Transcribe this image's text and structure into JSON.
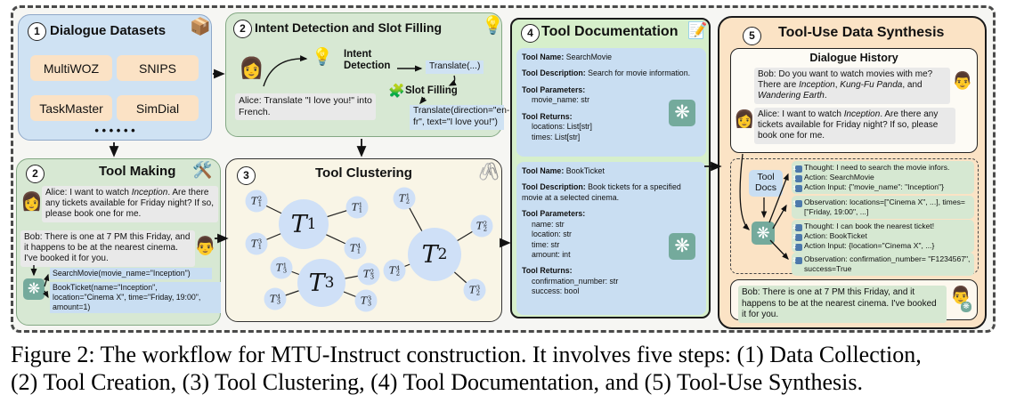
{
  "icons": {
    "package": "📦",
    "bulb": "💡",
    "tools": "🛠️",
    "puzzle": "🧩",
    "paperclips": "🖇️",
    "memo": "📝",
    "woman": "👩",
    "man": "👨",
    "openai": "❋"
  },
  "colors": {
    "panel_blue": "#cfe2f3",
    "panel_green": "#d7e8d3",
    "panel_cream": "#f9f5e6",
    "panel_doc_green": "#d6efcb",
    "panel_peach": "#fbe3c5",
    "chip_blue": "#c9def2",
    "bubble_gray": "#e9e9e9",
    "bubble_green": "#d6e8d2",
    "openai_green": "#74aa9c",
    "badge_blue": "#4d79ab"
  },
  "dialogue_datasets": {
    "number": "1",
    "title": "Dialogue Datasets",
    "datasets": [
      "MultiWOZ",
      "SNIPS",
      "TaskMaster",
      "SimDial"
    ],
    "ellipsis": "• • • • • •"
  },
  "intent_slot": {
    "number": "2",
    "title": "Intent Detection and Slot Filling",
    "alice_bubble": "Alice: Translate \"I love you!\" into French.",
    "intent_label": "Intent Detection",
    "intent_result": "Translate(...)",
    "slot_label": "Slot Filling",
    "slot_result": "Translate(direction=\"en-fr\", text=\"I love you!\")"
  },
  "tool_making": {
    "number": "2",
    "title": "Tool Making",
    "alice_bubble": [
      {
        "t": "Alice: I want to watch "
      },
      {
        "t": "Inception",
        "i": true
      },
      {
        "t": ". Are there any tickets available for Friday night? If so, please book one for me."
      }
    ],
    "bob_bubble": "Bob: There is one at 7 PM this Friday, and it happens to be at the nearest cinema. I've booked it for you.",
    "tool_call_1": "SearchMovie(movie_name=\"Inception\")",
    "tool_call_2": "BookTicket(name=\"Inception\", location=\"Cinema X\", time=\"Friday, 19:00\", amount=1)"
  },
  "tool_clustering": {
    "number": "3",
    "title": "Tool Clustering",
    "big": [
      {
        "base": "T",
        "sub": "1"
      },
      {
        "base": "T",
        "sub": "2"
      },
      {
        "base": "T",
        "sub": "3"
      }
    ],
    "satellites": [
      {
        "base": "T",
        "sub": "1",
        "sup": "2"
      },
      {
        "base": "T",
        "sub": "1",
        "sup": "1"
      },
      {
        "base": "T",
        "sub": "1",
        "sup": "3"
      },
      {
        "base": "T",
        "sub": "1",
        "sup": "4"
      },
      {
        "base": "T",
        "sub": "2",
        "sup": "1"
      },
      {
        "base": "T",
        "sub": "2",
        "sup": "2"
      },
      {
        "base": "T",
        "sub": "2",
        "sup": "4"
      },
      {
        "base": "T",
        "sub": "2",
        "sup": "3"
      },
      {
        "base": "T",
        "sub": "3",
        "sup": "1"
      },
      {
        "base": "T",
        "sub": "3",
        "sup": "2"
      },
      {
        "base": "T",
        "sub": "3",
        "sup": "4"
      },
      {
        "base": "T",
        "sub": "3",
        "sup": "3"
      }
    ]
  },
  "tool_documentation": {
    "number": "4",
    "title": "Tool Documentation",
    "tools": [
      {
        "fields": [
          {
            "label": "Tool Name:",
            "value": "SearchMovie"
          },
          {
            "label": "Tool Description:",
            "value": "Search for movie information."
          },
          {
            "label": "Tool Parameters:",
            "items": [
              "movie_name: str"
            ]
          },
          {
            "label": "Tool Returns:",
            "items": [
              "locations: List[str]",
              "times: List[str]"
            ]
          }
        ]
      },
      {
        "fields": [
          {
            "label": "Tool Name:",
            "value": "BookTicket"
          },
          {
            "label": "Tool Description:",
            "value": "Book tickets for a specified movie at a selected cinema."
          },
          {
            "label": "Tool Parameters:",
            "items": [
              "name: str",
              "location: str",
              "time: str",
              "amount: int"
            ]
          },
          {
            "label": "Tool Returns:",
            "items": [
              "confirmation_number: str",
              "success: bool"
            ]
          }
        ]
      }
    ]
  },
  "synthesis": {
    "number": "5",
    "title": "Tool-Use Data Synthesis",
    "dialogue_history": {
      "title": "Dialogue History",
      "bob": [
        {
          "t": "Bob: Do you want to watch movies with me? There are "
        },
        {
          "t": "Inception",
          "i": true
        },
        {
          "t": ", "
        },
        {
          "t": "Kung-Fu Panda",
          "i": true
        },
        {
          "t": ", and "
        },
        {
          "t": "Wandering Earth",
          "i": true
        },
        {
          "t": "."
        }
      ],
      "alice": [
        {
          "t": "Alice: I want to watch "
        },
        {
          "t": "Inception",
          "i": true
        },
        {
          "t": ". Are there any tickets available for Friday night? If so, please book one for me."
        }
      ]
    },
    "tool_docs_label": "Tool Docs",
    "react_boxes": [
      {
        "lines": [
          {
            "n": "1",
            "t": "Thought: I need to search the movie infors."
          },
          {
            "n": "1",
            "t": "Action: SearchMovie"
          },
          {
            "n": "1",
            "t": "Action Input: {\"movie_name\": \"Inception\"}"
          }
        ]
      },
      {
        "lines": [
          {
            "n": "1",
            "t": "Observation: locations=[\"Cinema X\", ...], times=[\"Friday, 19:00\", ...]"
          }
        ]
      },
      {
        "lines": [
          {
            "n": "2",
            "t": "Thought: I can book the nearest ticket!"
          },
          {
            "n": "2",
            "t": "Action: BookTicket"
          },
          {
            "n": "2",
            "t": "Action Input: {location=\"Cinema X\", ...}"
          }
        ]
      },
      {
        "lines": [
          {
            "n": "2",
            "t": "Observation: confirmation_number= \"F1234567\", success=True"
          }
        ]
      }
    ],
    "final_bob": "Bob: There is one at 7 PM this Friday, and it happens to be at the nearest cinema. I've booked it for you."
  },
  "caption": {
    "line1": "Figure 2: The workflow for MTU-Instruct construction. It involves five steps: (1) Data Collection,",
    "line2": "(2) Tool Creation, (3) Tool Clustering, (4) Tool Documentation, and (5) Tool-Use Synthesis."
  }
}
